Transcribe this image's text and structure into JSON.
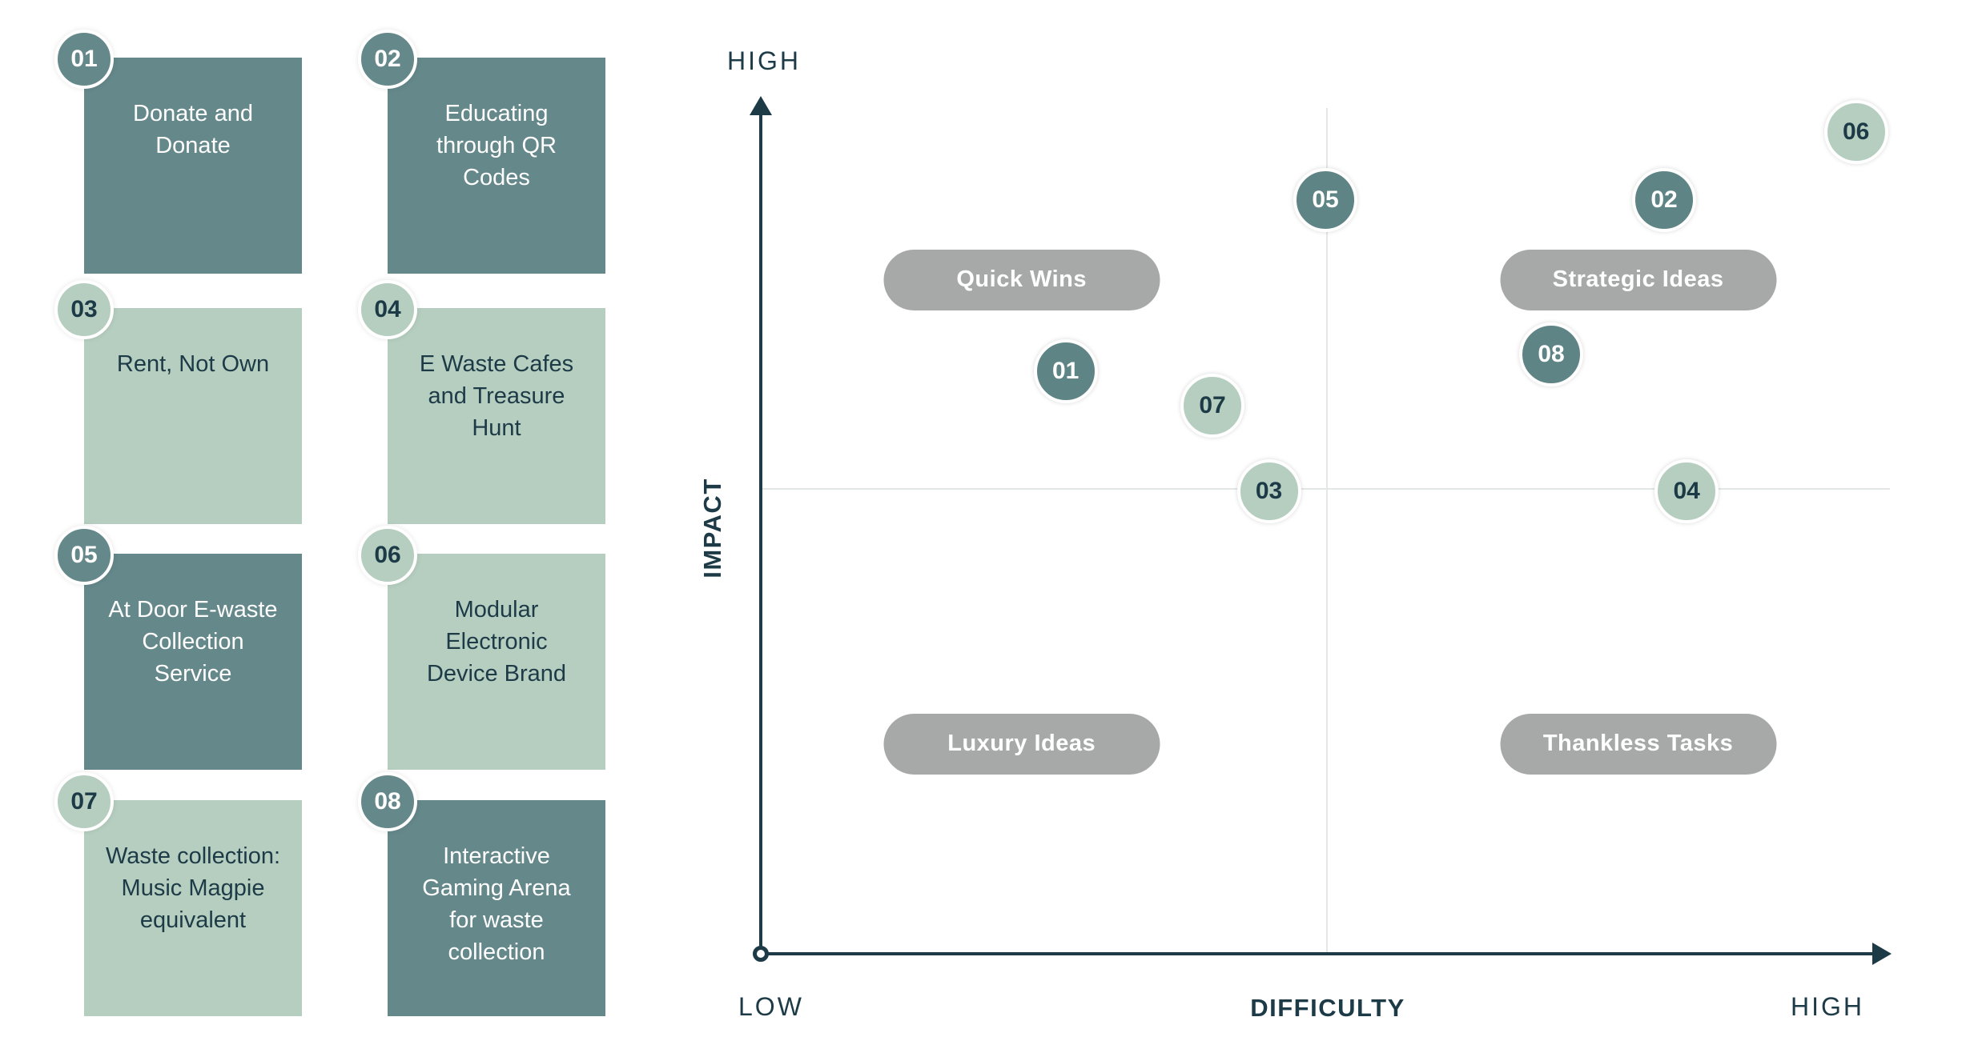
{
  "palette": {
    "dark_teal": "#65888a",
    "dot_dark_teal": "#5f8486",
    "light_green": "#b6cec0",
    "navy_text": "#1d3a47",
    "pill_gray": "#a7a9a8",
    "gridline": "#e3e7e6",
    "background": "#ffffff"
  },
  "ideas": [
    {
      "id": "01",
      "title": "Donate and Donate",
      "tone": "dark"
    },
    {
      "id": "02",
      "title": "Educating through QR Codes",
      "tone": "dark"
    },
    {
      "id": "03",
      "title": "Rent, Not Own",
      "tone": "light"
    },
    {
      "id": "04",
      "title": "E Waste Cafes and Treasure Hunt",
      "tone": "light"
    },
    {
      "id": "05",
      "title": "At Door E-waste Collection Service",
      "tone": "dark"
    },
    {
      "id": "06",
      "title": "Modular Electronic Device Brand",
      "tone": "light"
    },
    {
      "id": "07",
      "title": "Waste collection: Music Magpie equivalent",
      "tone": "light"
    },
    {
      "id": "08",
      "title": "Interactive Gaming Arena for waste collection",
      "tone": "dark"
    }
  ],
  "chart_data": {
    "type": "scatter",
    "title": "",
    "xlabel": "DIFFICULTY",
    "ylabel": "IMPACT",
    "axis_ends": {
      "y_top": "HIGH",
      "origin": "LOW",
      "x_right": "HIGH"
    },
    "xlim": [
      0,
      100
    ],
    "ylim": [
      0,
      100
    ],
    "grid": "quadrant midlines only",
    "legend_position": "none",
    "quadrants": [
      {
        "label": "Quick Wins",
        "position": "top-left"
      },
      {
        "label": "Strategic Ideas",
        "position": "top-right"
      },
      {
        "label": "Luxury Ideas",
        "position": "bottom-left"
      },
      {
        "label": "Thankless Tasks",
        "position": "bottom-right"
      }
    ],
    "points": [
      {
        "id": "01",
        "difficulty": 27,
        "impact": 68,
        "tone": "dark"
      },
      {
        "id": "02",
        "difficulty": 80,
        "impact": 88,
        "tone": "dark"
      },
      {
        "id": "03",
        "difficulty": 45,
        "impact": 54,
        "tone": "light"
      },
      {
        "id": "04",
        "difficulty": 82,
        "impact": 54,
        "tone": "light"
      },
      {
        "id": "05",
        "difficulty": 50,
        "impact": 88,
        "tone": "dark"
      },
      {
        "id": "06",
        "difficulty": 97,
        "impact": 96,
        "tone": "light"
      },
      {
        "id": "07",
        "difficulty": 40,
        "impact": 64,
        "tone": "light"
      },
      {
        "id": "08",
        "difficulty": 70,
        "impact": 70,
        "tone": "dark"
      }
    ]
  }
}
